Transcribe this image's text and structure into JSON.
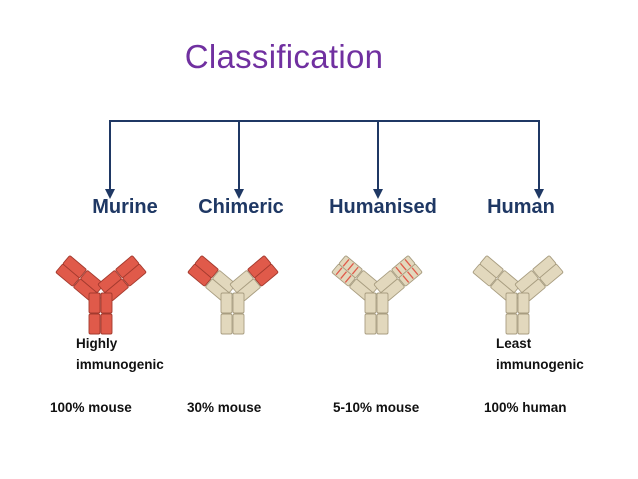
{
  "title": "Classification",
  "types": [
    {
      "name": "Murine",
      "percent": "100% mouse",
      "style": "murine"
    },
    {
      "name": "Chimeric",
      "percent": "30% mouse",
      "style": "chimeric"
    },
    {
      "name": "Humanised",
      "percent": "5-10% mouse",
      "style": "humanised"
    },
    {
      "name": "Human",
      "percent": "100% human",
      "style": "human"
    }
  ],
  "notes": {
    "high": [
      "Highly",
      "immunogenic"
    ],
    "low": [
      "Least",
      "immunogenic"
    ]
  },
  "colors": {
    "title": "#7030a0",
    "labels": "#1f3864",
    "arrows": "#1f3864",
    "mouse_region": "#e05a4a",
    "human_region": "#e2d8bd"
  }
}
